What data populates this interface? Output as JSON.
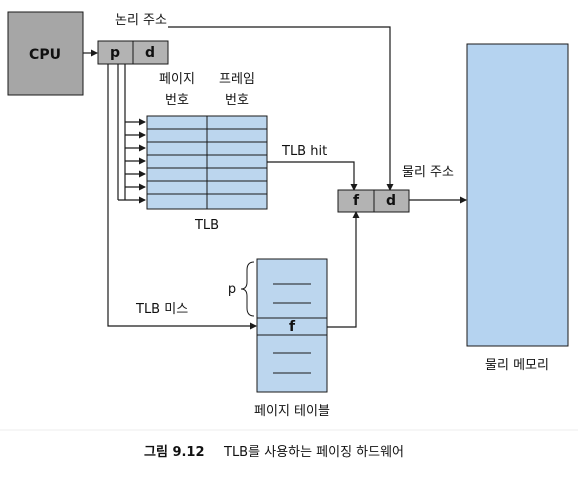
{
  "figure": {
    "cpu": "CPU",
    "logical_address": {
      "label": "논리 주소",
      "p": "p",
      "d": "d"
    },
    "tlb": {
      "header_page": [
        "페이지",
        "번호"
      ],
      "header_frame": [
        "프레임",
        "번호"
      ],
      "name": "TLB",
      "hit_label": "TLB hit"
    },
    "physical_address": {
      "label": "물리 주소",
      "f": "f",
      "d": "d"
    },
    "page_table": {
      "p": "p",
      "f": "f",
      "name": "페이지 테이블",
      "miss_label": "TLB 미스"
    },
    "physical_memory": {
      "name": "물리 메모리"
    }
  },
  "caption": {
    "number": "그림 9.12",
    "text": "TLB를 사용하는 페이징 하드웨어"
  },
  "colors": {
    "cpu_fill": "#a6a6a6",
    "register_fill": "#b3b3b3",
    "table_fill": "#bcd6ee",
    "memory_fill": "#b5d3f0",
    "line": "#1a1a1a"
  }
}
